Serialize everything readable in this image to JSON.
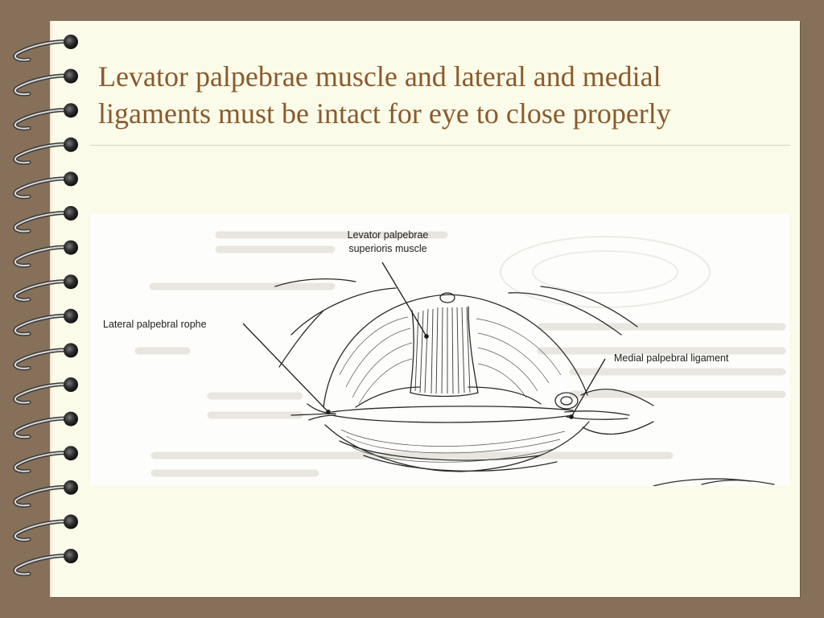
{
  "slide": {
    "title_line1": "Levator palpebrae muscle and lateral and medial",
    "title_line2": "ligaments must be intact for eye to close properly"
  },
  "figure": {
    "label_levator_line1": "Levator palpebrae",
    "label_levator_line2": "superioris muscle",
    "label_lateral": "Lateral palpebral rophe",
    "label_medial": "Medial palpebral ligament"
  },
  "colors": {
    "background": "#86705a",
    "page": "#fbfbe9",
    "title": "#8a5a2c"
  },
  "icons": {
    "binding": "spiral-binding-rings"
  }
}
